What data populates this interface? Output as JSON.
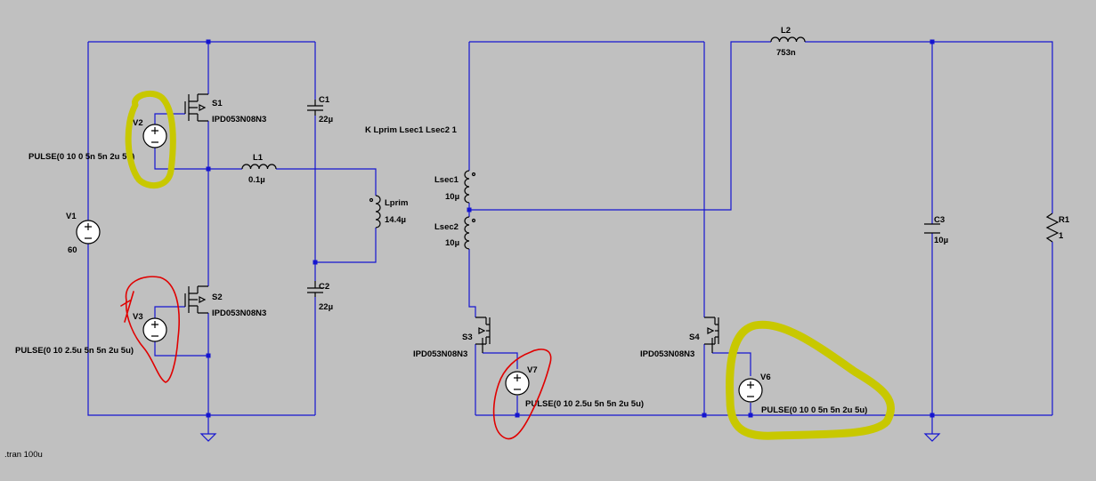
{
  "colors": {
    "background": "#c0c0c0",
    "wire": "#1515d0",
    "component": "#000000",
    "highlight_yellow": "#c8c800",
    "highlight_red": "#e00000"
  },
  "labels": {
    "S1": "S1",
    "S1_model": "IPD053N08N3",
    "S2": "S2",
    "S2_model": "IPD053N08N3",
    "S3": "S3",
    "S3_model": "IPD053N08N3",
    "S4": "S4",
    "S4_model": "IPD053N08N3",
    "V1": "V1",
    "V1_value": "60",
    "V2": "V2",
    "V2_pulse": "PULSE(0 10 0 5n 5n 2u 5u)",
    "V3": "V3",
    "V3_pulse": "PULSE(0 10 2.5u 5n 5n 2u 5u)",
    "V6": "V6",
    "V6_pulse": "PULSE(0 10 0 5n 5n 2u 5u)",
    "V7": "V7",
    "V7_pulse": "PULSE(0 10 2.5u 5n 5n 2u 5u)",
    "C1": "C1",
    "C1_value": "22µ",
    "C2": "C2",
    "C2_value": "22µ",
    "C3": "C3",
    "C3_value": "10µ",
    "L1": "L1",
    "L1_value": "0.1µ",
    "L2": "L2",
    "L2_value": "753n",
    "Lprim": "Lprim",
    "Lprim_value": "14.4µ",
    "Lsec1": "Lsec1",
    "Lsec1_value": "10µ",
    "Lsec2": "Lsec2",
    "Lsec2_value": "10µ",
    "R1": "R1",
    "R1_value": "1",
    "coupling": "K Lprim Lsec1 Lsec2 1",
    "tran": ".tran 100u"
  }
}
